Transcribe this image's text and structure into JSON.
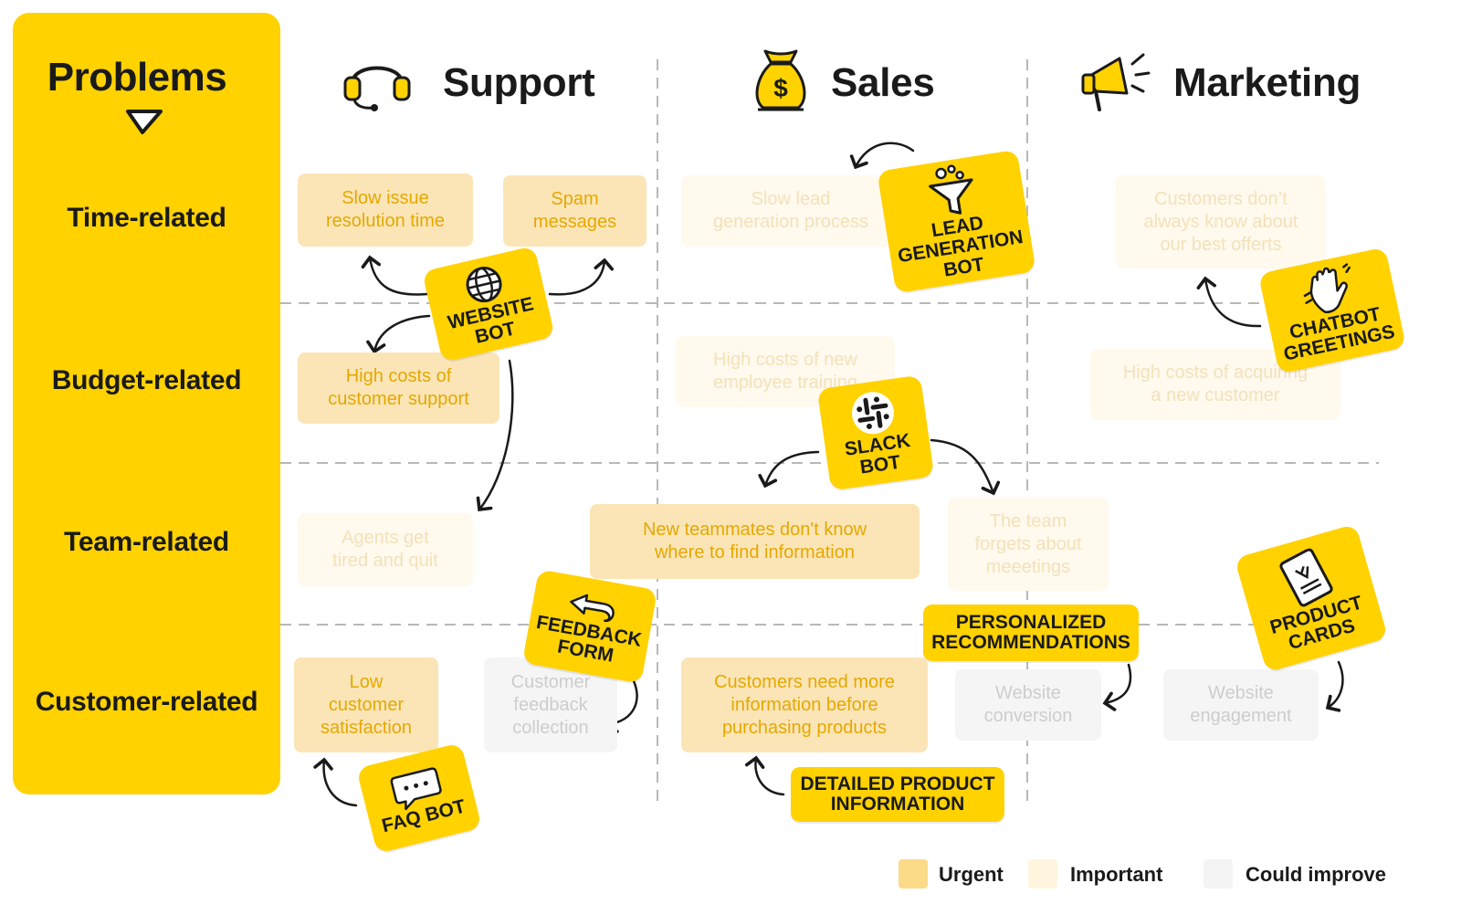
{
  "sidebar": {
    "title": "Problems",
    "rows": [
      "Time-related",
      "Budget-related",
      "Team-related",
      "Customer-related"
    ]
  },
  "columns": [
    "Support",
    "Sales",
    "Marketing"
  ],
  "problems": {
    "slow_issue": "Slow issue\nresolution time",
    "spam": "Spam\nmessages",
    "slow_lead": "Slow lead\ngeneration process",
    "customers_dont_know": "Customers don’t\nalways know about\nour best offerts",
    "high_support": "High costs of\ncustomer support",
    "high_training": "High costs of new\nemployee training",
    "high_acquiring": "High costs of acquiring\na new customer",
    "agents_tired": "Agents get\ntired and quit",
    "new_teammates": "New teammates don't know\nwhere to find information",
    "team_forgets": "The team\nforgets about\nmeeetings",
    "low_satisfaction": "Low\ncustomer\nsatisfaction",
    "feedback_collection": "Customer\nfeedback\ncollection",
    "need_info": "Customers need more\ninformation before\npurchasing products",
    "website_conversion": "Website\nconversion",
    "website_engagement": "Website\nengagement"
  },
  "solutions": {
    "website_bot": "WEBSITE\nBOT",
    "lead_bot": "LEAD\nGENERATION\nBOT",
    "chatbot_greetings": "CHATBOT\nGREETINGS",
    "slack_bot": "SLACK\nBOT",
    "feedback_form": "FEEDBACK\nFORM",
    "personalized": "PERSONALIZED\nRECOMMENDATIONS",
    "product_cards": "PRODUCT\nCARDS",
    "faq_bot": "FAQ BOT",
    "detailed_info": "DETAILED PRODUCT\nINFORMATION"
  },
  "legend": {
    "urgent": "Urgent",
    "important": "Important",
    "could_improve": "Could improve"
  },
  "icons": {
    "support": "headset-icon",
    "sales": "money-bag-icon",
    "marketing": "megaphone-icon",
    "website_bot": "globe-icon",
    "lead_bot": "funnel-icon",
    "chatbot_greetings": "waving-hand-icon",
    "slack_bot": "slack-logo-icon",
    "feedback_form": "return-arrow-icon",
    "product_cards": "product-card-icon",
    "faq_bot": "chat-bubble-icon"
  },
  "colors": {
    "accent": "#FFD200",
    "urgent": "#FBE5B6",
    "important": "#FFF9EE",
    "could_improve": "#F5F5F5"
  }
}
